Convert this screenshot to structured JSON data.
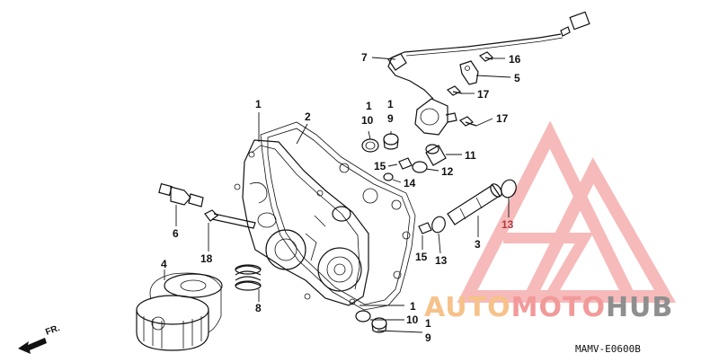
{
  "diagram": {
    "code": "MAMV-E0600B",
    "front_label": "FR.",
    "watermark": {
      "part1": "AUTO",
      "part2": "MOTO",
      "part3": "HUB",
      "colors": {
        "auto": "#f6c28a",
        "moto": "#f29a9a",
        "hub": "#8f8f8f",
        "logo": "#f5a3a3"
      }
    },
    "callouts": [
      {
        "id": "c1a",
        "text": "1"
      },
      {
        "id": "c2",
        "text": "2"
      },
      {
        "id": "c1b",
        "text": "1"
      },
      {
        "id": "c10a",
        "text": "10"
      },
      {
        "id": "c1c",
        "text": "1"
      },
      {
        "id": "c9a",
        "text": "9"
      },
      {
        "id": "c7",
        "text": "7"
      },
      {
        "id": "c16",
        "text": "16"
      },
      {
        "id": "c5",
        "text": "5"
      },
      {
        "id": "c17a",
        "text": "17"
      },
      {
        "id": "c17b",
        "text": "17"
      },
      {
        "id": "c11",
        "text": "11"
      },
      {
        "id": "c15a",
        "text": "15"
      },
      {
        "id": "c12",
        "text": "12"
      },
      {
        "id": "c14",
        "text": "14"
      },
      {
        "id": "c13a",
        "text": "13"
      },
      {
        "id": "c15b",
        "text": "15"
      },
      {
        "id": "c13b",
        "text": "13"
      },
      {
        "id": "c3",
        "text": "3"
      },
      {
        "id": "c6",
        "text": "6"
      },
      {
        "id": "c18",
        "text": "18"
      },
      {
        "id": "c4",
        "text": "4"
      },
      {
        "id": "c8",
        "text": "8"
      },
      {
        "id": "c1d",
        "text": "1"
      },
      {
        "id": "c10b",
        "text": "10"
      },
      {
        "id": "c1e",
        "text": "1"
      },
      {
        "id": "c9b",
        "text": "9"
      }
    ]
  }
}
